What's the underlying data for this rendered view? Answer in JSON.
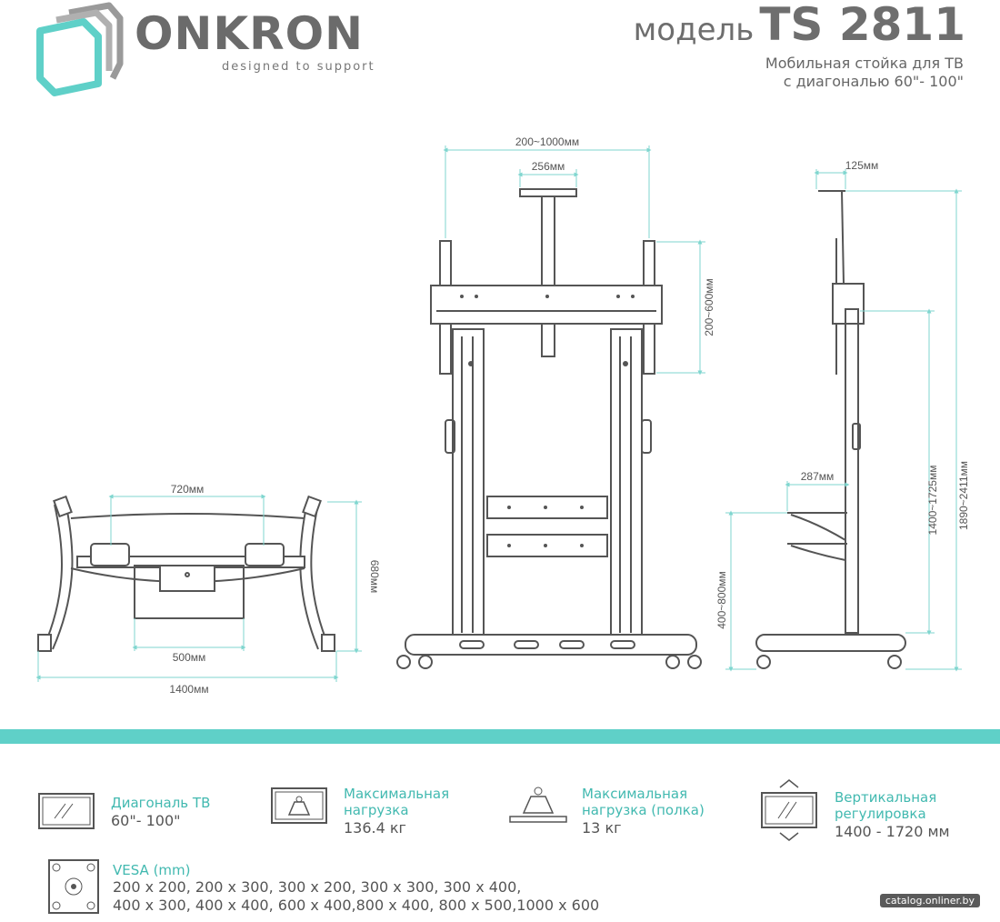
{
  "header": {
    "brand_name": "ONKRON",
    "tagline": "designed to support",
    "model_prefix": "модель",
    "model_name": "TS 2811",
    "subtitle_line1": "Мобильная стойка для ТВ",
    "subtitle_line2": "с диагональю 60\"- 100\""
  },
  "dimensions": {
    "front_width": "200~1000мм",
    "front_top": "256мм",
    "front_vesa_height": "200~600мм",
    "side_top": "125мм",
    "side_shelf": "287мм",
    "side_height_adj": "1400~1725мм",
    "side_total": "1890~2411мм",
    "side_shelf_height": "400~800мм",
    "base_width_top": "720мм",
    "base_depth": "680мм",
    "base_inner": "500мм",
    "base_width": "1400мм"
  },
  "specs": [
    {
      "icon": "tv-screen-icon",
      "label": "Диагональ ТВ",
      "label2": "",
      "value": "60\"- 100\""
    },
    {
      "icon": "weight-load-icon",
      "label": "Максимальная",
      "label2": "нагрузка",
      "value": "136.4 кг"
    },
    {
      "icon": "shelf-weight-icon",
      "label": "Максимальная",
      "label2": "нагрузка (полка)",
      "value": "13 кг"
    },
    {
      "icon": "vertical-adjust-icon",
      "label": "Вертикальная",
      "label2": "регулировка",
      "value": "1400 - 1720 мм"
    }
  ],
  "vesa": {
    "icon": "vesa-mount-icon",
    "label": "VESA (mm)",
    "line1": "200 x 200, 200 x 300, 300 x 200, 300 x 300, 300 x 400,",
    "line2": "400 x 300, 400 x 400, 600 x 400,800 x 400, 800 x 500,1000 x 600"
  },
  "footer_tag": "catalog.onliner.by",
  "colors": {
    "accent": "#5fd0c8",
    "accent_text": "#42b9b0",
    "line": "#555555",
    "dim": "#7fd6cf"
  }
}
